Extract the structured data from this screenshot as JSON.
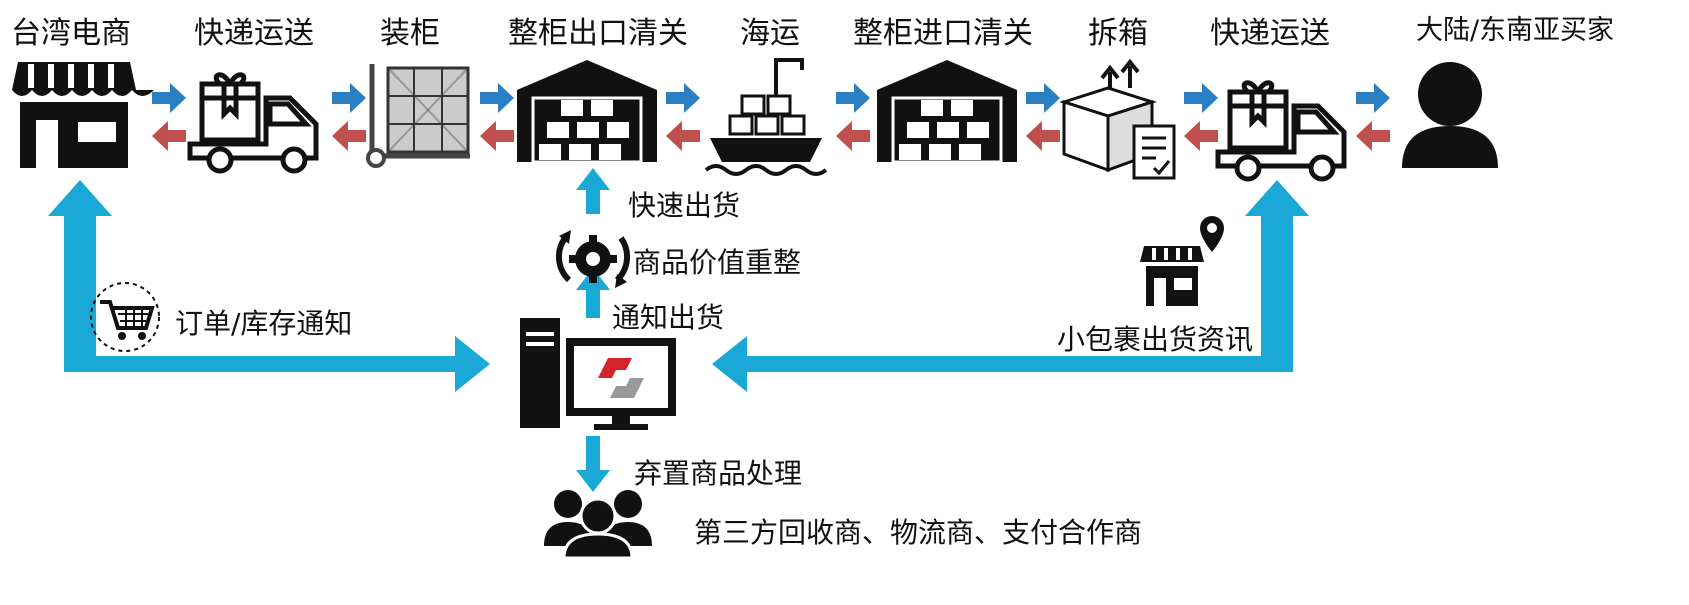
{
  "stages": [
    {
      "label": "台湾电商",
      "icon": "storefront-icon"
    },
    {
      "label": "快递运送",
      "icon": "delivery-truck-icon"
    },
    {
      "label": "装柜",
      "icon": "hand-truck-pallet-icon"
    },
    {
      "label": "整柜出口清关",
      "icon": "warehouse-icon"
    },
    {
      "label": "海运",
      "icon": "cargo-ship-icon"
    },
    {
      "label": "整柜进口清关",
      "icon": "warehouse-icon"
    },
    {
      "label": "拆箱",
      "icon": "unboxing-checklist-icon"
    },
    {
      "label": "快递运送",
      "icon": "delivery-truck-icon"
    },
    {
      "label": "大陆/东南亚买家",
      "icon": "buyer-person-icon"
    }
  ],
  "center": {
    "fast_ship": "快速出货",
    "revalue": "商品价值重整",
    "notify_ship": "通知出货",
    "discard": "弃置商品处理",
    "partners": "第三方回收商、物流商、支付合作商",
    "system_icon": "computer-system-icon",
    "gear_icon": "gear-sync-icon",
    "people_icon": "people-group-icon"
  },
  "left": {
    "order_notice": "订单/库存通知",
    "cart_icon": "shopping-cart-icon"
  },
  "right": {
    "parcel_info": "小包裹出货资讯",
    "shop_pin_icon": "shop-location-icon"
  },
  "colors": {
    "flow_cyan": "#1aa9d6",
    "forward_blue": "#2b7fc3",
    "return_red": "#c0504d",
    "logo_red": "#d3232b",
    "icon_black": "#111111"
  }
}
